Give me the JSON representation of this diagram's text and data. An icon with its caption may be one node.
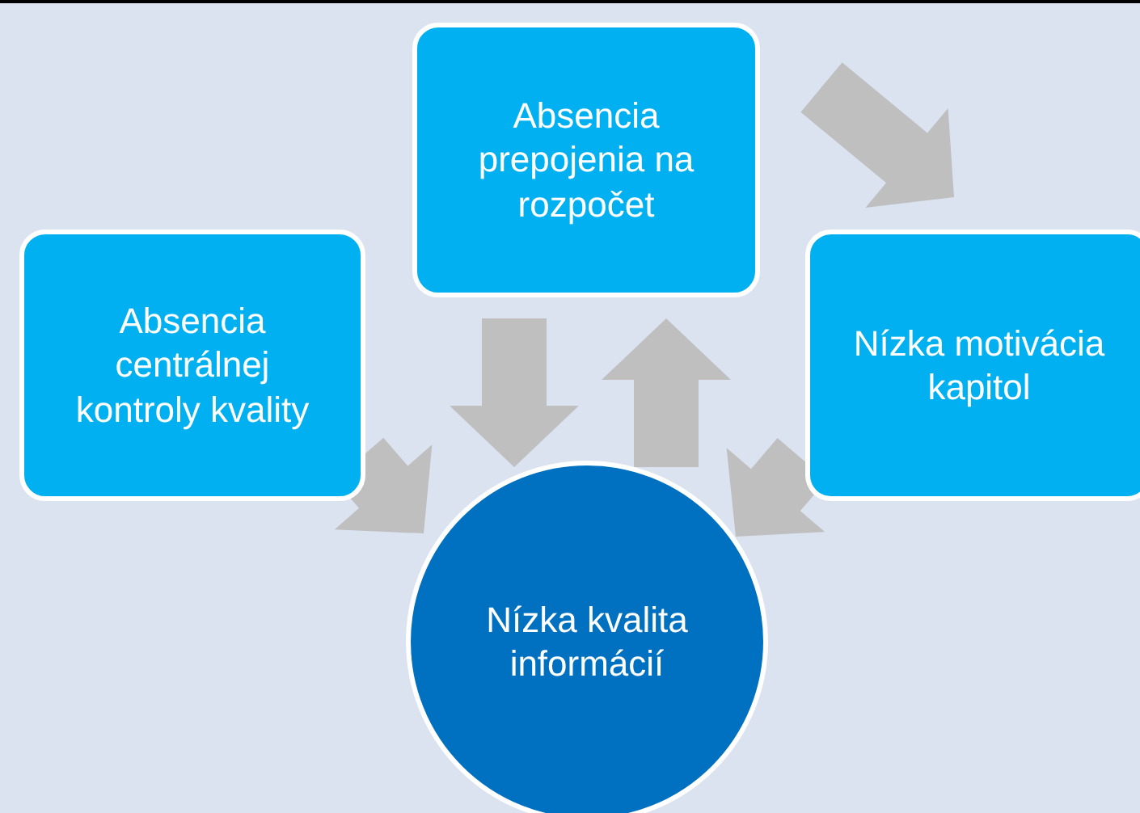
{
  "diagram": {
    "nodes": [
      {
        "text": [
          "Absencia centrálnej kontroly kvality"
        ]
      },
      {
        "text": [
          "Absencia prepojenia na rozpočet"
        ]
      },
      {
        "text": [
          "Nízka motivácia kapitol"
        ]
      },
      {
        "text": [
          "Nízka kvalita informácií"
        ]
      }
    ],
    "edges": [
      {
        "from": 0,
        "to": 3,
        "arrow": "to"
      },
      {
        "from": 1,
        "to": 3,
        "arrow": "to"
      },
      {
        "from": 3,
        "to": 1,
        "arrow": "to"
      },
      {
        "from": 1,
        "to": 2,
        "arrow": "to"
      },
      {
        "from": 2,
        "to": 3,
        "arrow": "to"
      }
    ]
  }
}
